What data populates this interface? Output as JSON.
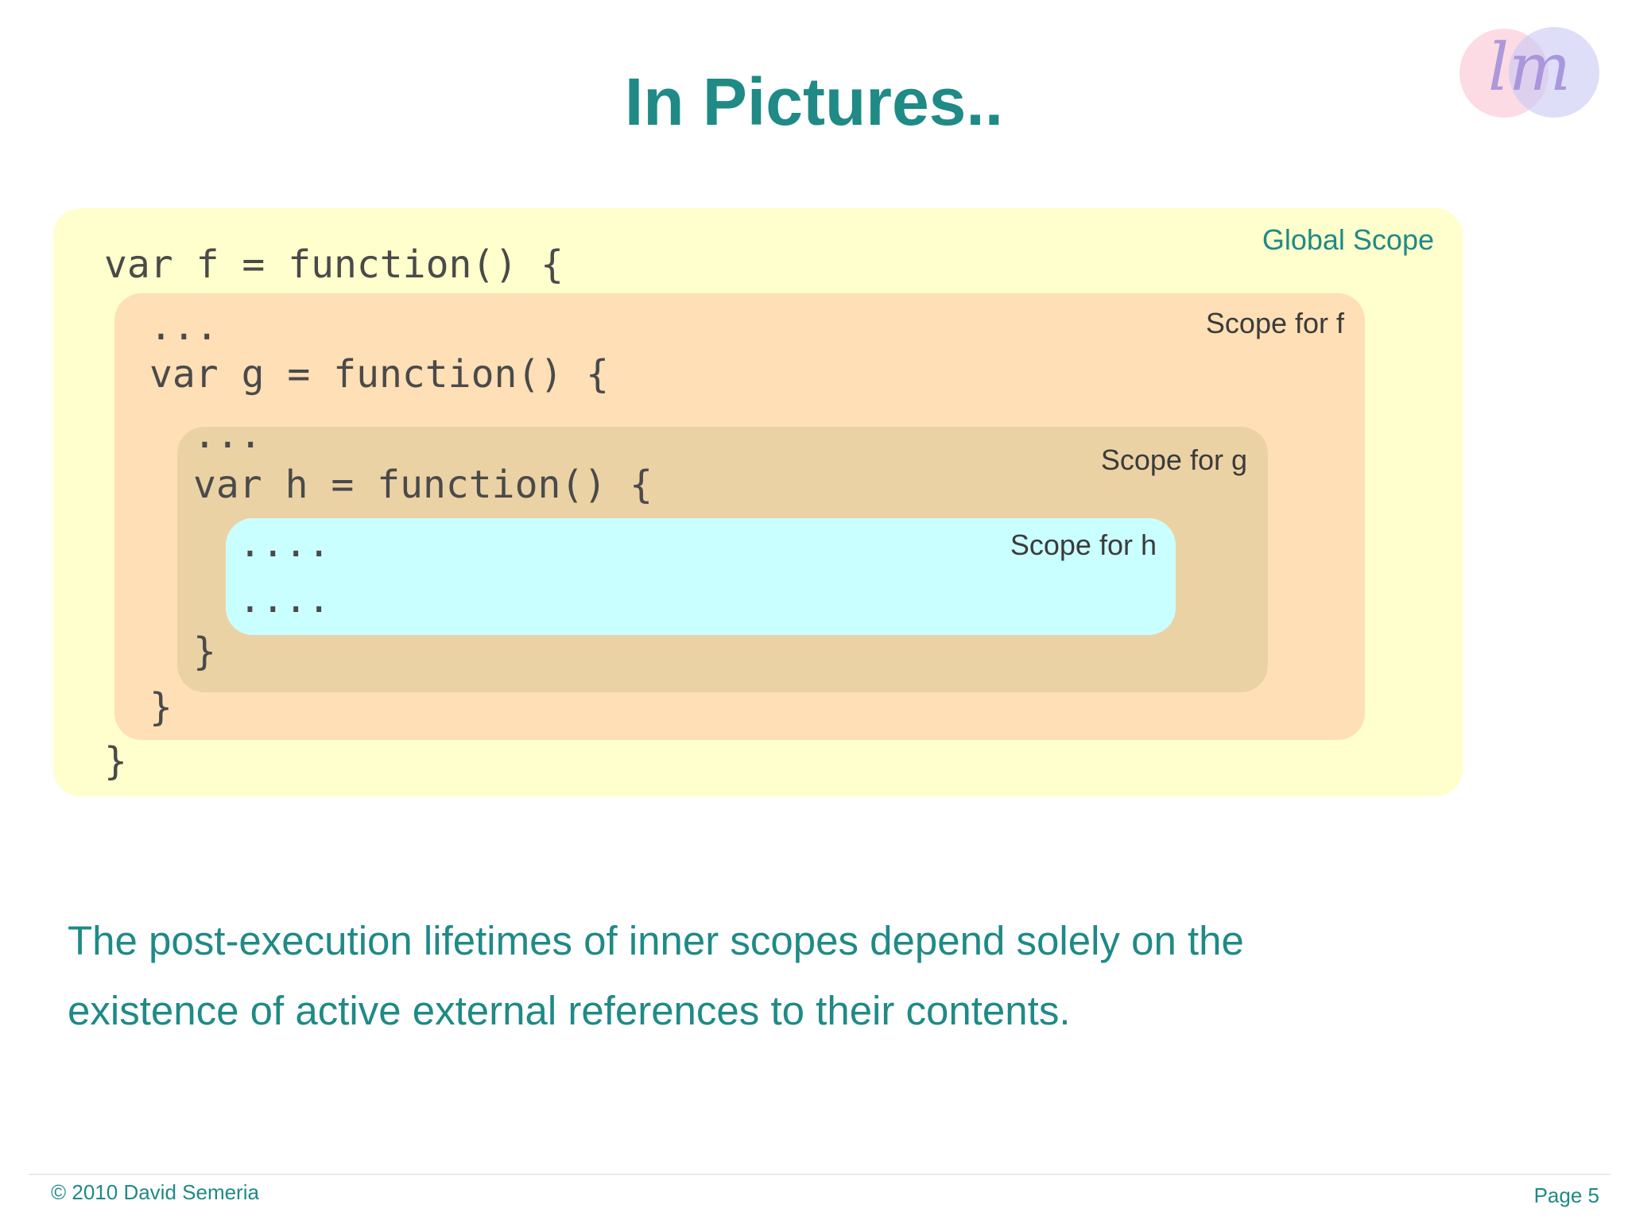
{
  "title": "In Pictures..",
  "logo_text": "lm",
  "scopes": {
    "global": {
      "label": "Global Scope"
    },
    "f": {
      "label": "Scope for f"
    },
    "g": {
      "label": "Scope for g"
    },
    "h": {
      "label": "Scope for h"
    }
  },
  "code": {
    "f_open": "var f = function() {",
    "f_dots": "...",
    "g_open": "var g = function() {",
    "g_dots": "...",
    "h_open": "var h = function() {",
    "h_dots_1": "....",
    "h_dots_2": "....",
    "h_close": "}",
    "g_close": "}",
    "f_close": "}"
  },
  "caption": "The post-execution lifetimes of inner scopes depend solely on the existence of active external references to their contents.",
  "footer": {
    "copyright": "© 2010 David Semeria",
    "page": "Page 5"
  },
  "colors": {
    "accent": "#1f8a86",
    "global_scope": "#feffcc",
    "scope_f": "#ffdfb5",
    "scope_g": "#ebd2a4",
    "scope_h": "#caffff"
  }
}
